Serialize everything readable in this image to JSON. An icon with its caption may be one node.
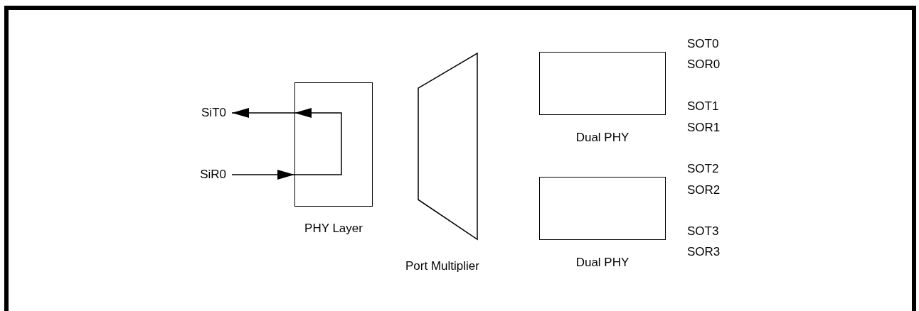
{
  "diagram": {
    "nodes": [
      {
        "text": [
          "SiT0"
        ]
      },
      {
        "text": [
          "SiR0"
        ]
      },
      {
        "text": [
          "PHY Layer"
        ]
      },
      {
        "text": [
          "Port Multiplier"
        ]
      },
      {
        "text": [
          "Dual PHY"
        ]
      },
      {
        "text": [
          "Dual PHY"
        ]
      }
    ],
    "edges": [
      {
        "from": 2,
        "to": 0,
        "arrow": "to"
      },
      {
        "from": 1,
        "to": 2,
        "arrow": "to"
      },
      {
        "from": 2,
        "to": 2,
        "arrow": "to"
      }
    ],
    "labels": [
      "SOT0",
      "SOR0",
      "SOT1",
      "SOR1",
      "SOT2",
      "SOR2",
      "SOT3",
      "SOR3"
    ]
  }
}
